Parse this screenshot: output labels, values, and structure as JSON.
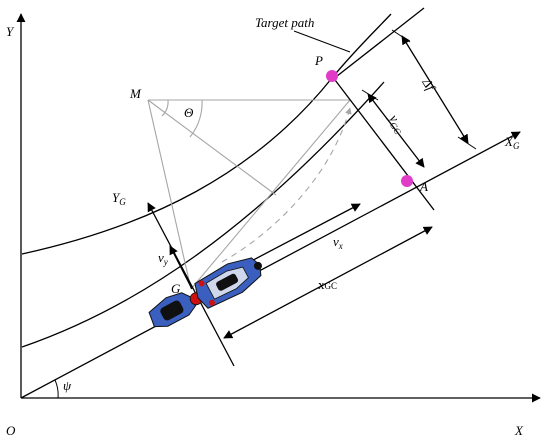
{
  "labels": {
    "axis_y": "Y",
    "axis_x": "X",
    "origin": "O",
    "target_path": "Target path",
    "point_p": "P",
    "point_m": "M",
    "theta": "Θ",
    "delta_f": "Δf",
    "y_gc_main": "y",
    "y_gc_sub": "GC",
    "x_g_main": "X",
    "x_g_sub": "G",
    "point_a": "A",
    "y_g_main": "Y",
    "y_g_sub": "G",
    "vx_main": "v",
    "vx_sub": "x",
    "vy_main": "v",
    "vy_sub": "y",
    "point_g": "G",
    "x_gc": "x",
    "x_gc_sub": "GC",
    "psi": "ψ"
  },
  "colors": {
    "line": "#000000",
    "construction": "#a6a6a6",
    "marker": "#e03cc8",
    "vehicle_body": "#3a5fbf",
    "vehicle_accent": "#d01010"
  }
}
